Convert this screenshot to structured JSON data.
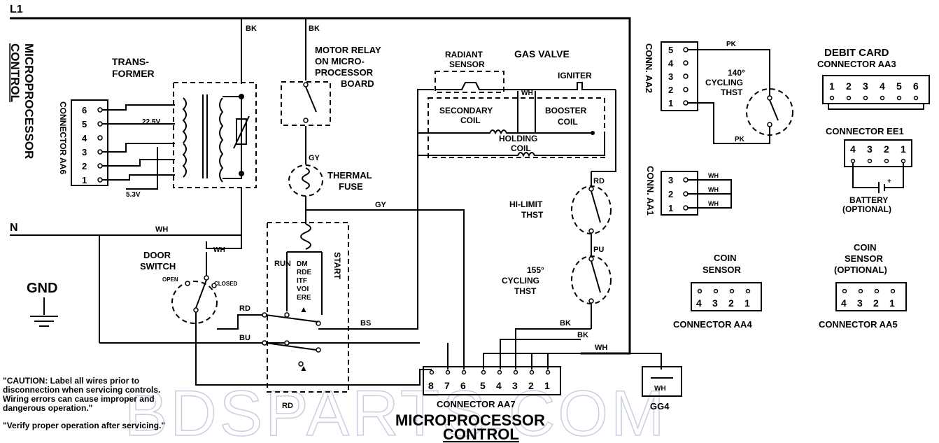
{
  "header": {
    "l1": "L1",
    "n": "N",
    "gnd": "GND"
  },
  "micro_side_title": [
    "MICROPROCESSOR",
    "CONTROL"
  ],
  "connector_aa6": {
    "label": "CONNECTOR AA6",
    "pins": [
      "6",
      "5",
      "4",
      "3",
      "2",
      "1"
    ]
  },
  "transformer": {
    "title": [
      "TRANS-",
      "FORMER"
    ],
    "v_22": "22.5V",
    "v_5": "5.3V"
  },
  "motor_relay": [
    "MOTOR RELAY",
    "ON MICRO-",
    "PROCESSOR",
    "BOARD"
  ],
  "thermal_fuse": [
    "THERMAL",
    "FUSE"
  ],
  "door_switch": {
    "title": [
      "DOOR",
      "SWITCH"
    ],
    "open": "OPEN",
    "closed": "CLOSED"
  },
  "motor": {
    "run": "RUN",
    "drive_motor": [
      "DM",
      "RDE",
      "ITF",
      "VOI",
      "ERE"
    ],
    "start": "START"
  },
  "gas_valve": {
    "title": "GAS VALVE",
    "radiant_sensor": [
      "RADIANT",
      "SENSOR"
    ],
    "igniter": "IGNITER",
    "secondary_coil": [
      "SECONDARY",
      "COIL"
    ],
    "booster_coil": [
      "BOOSTER",
      "COIL"
    ],
    "holding_coil": [
      "HOLDING",
      "COIL"
    ]
  },
  "thermostats": {
    "hi_limit": [
      "HI-LIMIT",
      "THST"
    ],
    "cycling_155": [
      "155°",
      "CYCLING",
      "THST"
    ],
    "cycling_140": [
      "140°",
      "CYCLING",
      "THST"
    ]
  },
  "wire_colors": {
    "bk": "BK",
    "gy": "GY",
    "wh": "WH",
    "rd": "RD",
    "bu": "BU",
    "bs": "BS",
    "pu": "PU",
    "pk": "PK",
    "wh_short": "WH"
  },
  "conn_aa2": {
    "label": "CONN. AA2",
    "pins": [
      "5",
      "4",
      "3",
      "2",
      "1"
    ]
  },
  "conn_aa1": {
    "label": "CONN. AA1",
    "pins": [
      "3",
      "2",
      "1"
    ],
    "wires": [
      "WH",
      "WH",
      "WH"
    ]
  },
  "debit_card": {
    "title": [
      "DEBIT CARD",
      "CONNECTOR AA3"
    ],
    "pins": [
      "1",
      "2",
      "3",
      "4",
      "5",
      "6"
    ]
  },
  "connector_ee1": {
    "label": "CONNECTOR EE1",
    "pins": [
      "4",
      "3",
      "2",
      "1"
    ],
    "battery": [
      "BATTERY",
      "(OPTIONAL)"
    ]
  },
  "coin_sensor": {
    "title": [
      "COIN",
      "SENSOR"
    ],
    "pins": [
      "4",
      "3",
      "2",
      "1"
    ],
    "label": "CONNECTOR AA4"
  },
  "coin_sensor_opt": {
    "title": [
      "COIN",
      "SENSOR",
      "(OPTIONAL)"
    ],
    "pins": [
      "4",
      "3",
      "2",
      "1"
    ],
    "label": "CONNECTOR AA5"
  },
  "connector_aa7": {
    "label": "CONNECTOR AA7",
    "pins": [
      "8",
      "7",
      "6",
      "5",
      "4",
      "3",
      "2",
      "1"
    ]
  },
  "gg4": {
    "label": "GG4",
    "wire": "WH"
  },
  "bottom_title": [
    "MICROPROCESSOR",
    "CONTROL"
  ],
  "caution": [
    "\"CAUTION: Label all wires prior to",
    "disconnection when servicing controls.",
    "Wiring errors can cause improper and",
    "dangerous operation.\""
  ],
  "verify": "\"Verify proper operation after servicing.\"",
  "watermark": "BDSPARTS.COM"
}
